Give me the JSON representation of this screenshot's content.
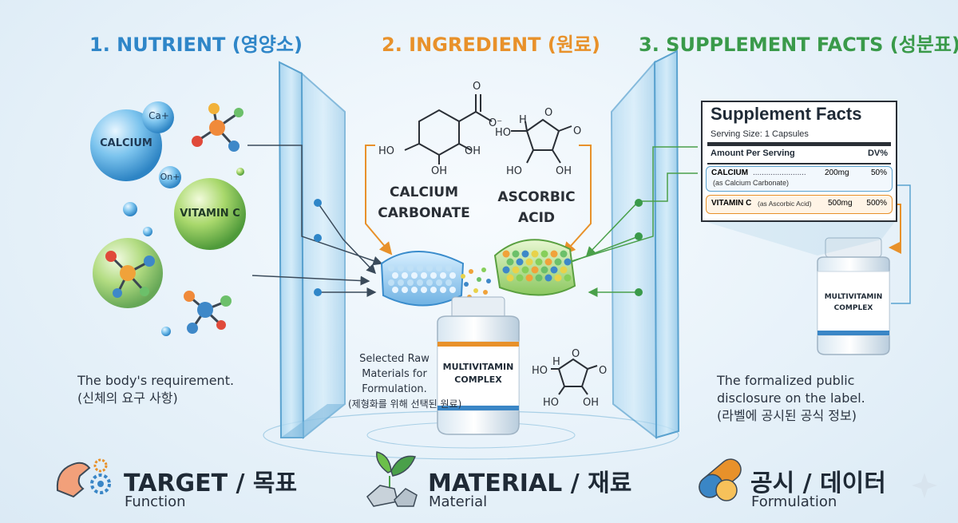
{
  "columns": [
    {
      "header": "1. NUTRIENT (영양소)",
      "color": "#2f86c8",
      "caption_en": "The body's requirement.",
      "caption_ko": "(신체의 요구 사항)",
      "footer_title": "TARGET / 목표",
      "footer_sub": "Function"
    },
    {
      "header": "2. INGREDIENT (원료)",
      "color": "#e8912a",
      "caption_lines": [
        "Selected Raw",
        "Materials for",
        "Formulation.",
        "(제형화를 위해 선택된 원료)"
      ],
      "footer_title": "MATERIAL / 재료",
      "footer_sub": "Material"
    },
    {
      "header": "3. SUPPLEMENT FACTS (성분표)",
      "color": "#3a9a4a",
      "caption_lines": [
        "The formalized public",
        "disclosure on the label.",
        "(라벨에 공시된 공식 정보)"
      ],
      "footer_title": "공시 / 데이터",
      "footer_sub": "Formulation"
    }
  ],
  "bubbles": {
    "calcium": "CALCIUM",
    "ca_ion": "Ca+",
    "on_ion": "On+",
    "vitamin_c": "VITAMIN C"
  },
  "chemicals": {
    "calcium_carbonate": [
      "CALCIUM",
      "CARBONATE"
    ],
    "ascorbic_acid": [
      "ASCORBIC",
      "ACID"
    ],
    "atom_labels": {
      "o": "O",
      "o_minus": "O⁻",
      "ho": "HO",
      "oh": "OH",
      "h": "H"
    }
  },
  "bottle_label": [
    "MULTIVITAMIN",
    "COMPLEX"
  ],
  "supplement_facts": {
    "title": "Supplement Facts",
    "serving": "Serving Size: 1 Capsules",
    "amount_header": "Amount Per Serving",
    "dv_header": "DV%",
    "rows": [
      {
        "name": "CALCIUM",
        "dots": "........................",
        "amount": "200mg",
        "dv": "50%",
        "note": "(as Calcium Carbonate)"
      },
      {
        "name": "VITAMIN C",
        "inline_note": "(as Ascorbic Acid)",
        "amount": "500mg",
        "dv": "500%"
      }
    ]
  }
}
